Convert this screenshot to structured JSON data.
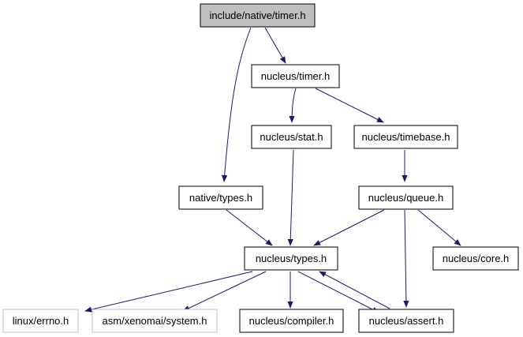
{
  "diagram": {
    "nodes": [
      {
        "id": "n_root",
        "label": "include/native/timer.h",
        "style": "root"
      },
      {
        "id": "n_ntimer",
        "label": "nucleus/timer.h",
        "style": "normal"
      },
      {
        "id": "n_nstat",
        "label": "nucleus/stat.h",
        "style": "normal"
      },
      {
        "id": "n_ntimebase",
        "label": "nucleus/timebase.h",
        "style": "normal"
      },
      {
        "id": "n_nattypes",
        "label": "native/types.h",
        "style": "normal"
      },
      {
        "id": "n_nqueue",
        "label": "nucleus/queue.h",
        "style": "normal"
      },
      {
        "id": "n_ntypes",
        "label": "nucleus/types.h",
        "style": "normal"
      },
      {
        "id": "n_ncore",
        "label": "nucleus/core.h",
        "style": "normal"
      },
      {
        "id": "n_errno",
        "label": "linux/errno.h",
        "style": "external"
      },
      {
        "id": "n_asm",
        "label": "asm/xenomai/system.h",
        "style": "external"
      },
      {
        "id": "n_ncompiler",
        "label": "nucleus/compiler.h",
        "style": "normal"
      },
      {
        "id": "n_nassert",
        "label": "nucleus/assert.h",
        "style": "normal"
      }
    ],
    "edges": [
      {
        "from": "n_root",
        "to": "n_ntimer"
      },
      {
        "from": "n_root",
        "to": "n_nattypes"
      },
      {
        "from": "n_ntimer",
        "to": "n_nstat"
      },
      {
        "from": "n_ntimer",
        "to": "n_ntimebase"
      },
      {
        "from": "n_nstat",
        "to": "n_ntypes"
      },
      {
        "from": "n_ntimebase",
        "to": "n_nqueue"
      },
      {
        "from": "n_nattypes",
        "to": "n_ntypes"
      },
      {
        "from": "n_nqueue",
        "to": "n_ntypes"
      },
      {
        "from": "n_nqueue",
        "to": "n_ncore"
      },
      {
        "from": "n_nqueue",
        "to": "n_nassert"
      },
      {
        "from": "n_ntypes",
        "to": "n_errno"
      },
      {
        "from": "n_ntypes",
        "to": "n_asm"
      },
      {
        "from": "n_ntypes",
        "to": "n_ncompiler"
      },
      {
        "from": "n_ntypes",
        "to": "n_nassert"
      },
      {
        "from": "n_nassert",
        "to": "n_ntypes"
      }
    ],
    "colors": {
      "edge": "#191970",
      "node_border": "#000000",
      "external_border": "#bfbfbf",
      "root_fill": "#bfbfbf",
      "node_fill": "#ffffff"
    }
  }
}
